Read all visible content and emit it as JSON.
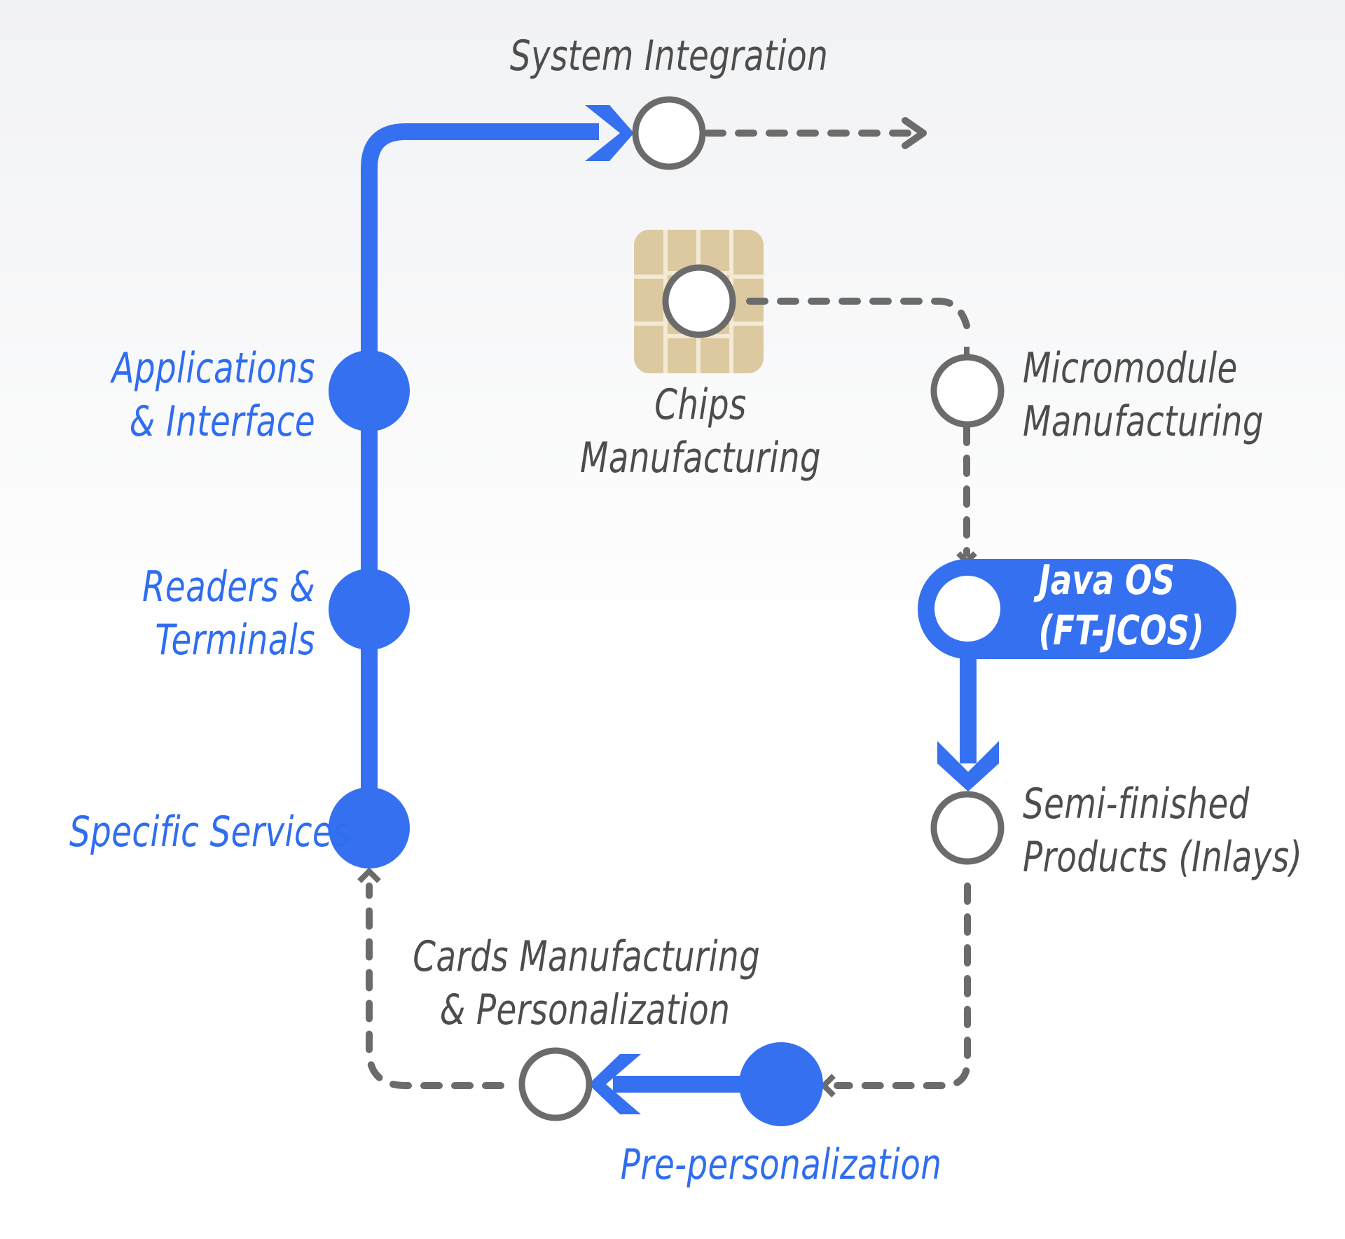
{
  "colors": {
    "primary_blue": "#3570f0",
    "label_blue": "#2f6df0",
    "gray_line": "#6b6b6b",
    "gray_text": "#4d4d4d",
    "chip_gold": "#dcc9a0"
  },
  "labels": {
    "system_integration": "System Integration",
    "applications_line1": "Applications",
    "applications_line2": "& Interface",
    "readers_line1": "Readers &",
    "readers_line2": "Terminals",
    "specific_services": "Specific Services",
    "chips_line1": "Chips",
    "chips_line2": "Manufacturing",
    "micromodule_line1": "Micromodule",
    "micromodule_line2": "Manufacturing",
    "java_line1": "Java OS",
    "java_line2": "(FT-JCOS)",
    "semi_line1": "Semi-finished",
    "semi_line2": "Products (Inlays)",
    "cards_line1": "Cards Manufacturing",
    "cards_line2": "& Personalization",
    "pre_personalization": "Pre-personalization"
  },
  "icons": {
    "chip": "chip-contact-icon"
  }
}
